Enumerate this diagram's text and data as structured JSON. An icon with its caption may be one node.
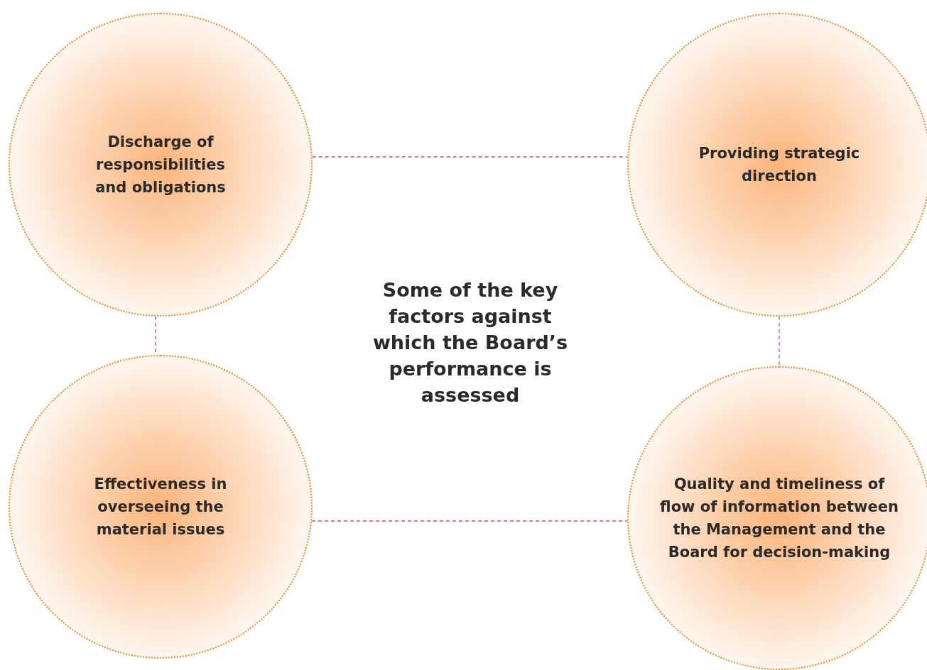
{
  "diagram": {
    "title": "Some of the key factors against which the Board’s performance is assessed",
    "nodes": [
      {
        "text": [
          "Discharge of responsibilities and obligations"
        ]
      },
      {
        "text": [
          "Providing strategic direction"
        ]
      },
      {
        "text": [
          "Effectiveness in overseeing the material issues"
        ]
      },
      {
        "text": [
          "Quality and timeliness of flow of information between the Management and the Board for decision-making"
        ]
      }
    ],
    "edges": [
      {
        "from": 0,
        "to": 1,
        "arrow": "none",
        "style": "dashed"
      },
      {
        "from": 0,
        "to": 2,
        "arrow": "none",
        "style": "dashed"
      },
      {
        "from": 1,
        "to": 3,
        "arrow": "none",
        "style": "dashed"
      },
      {
        "from": 2,
        "to": 3,
        "arrow": "none",
        "style": "dashed"
      }
    ]
  }
}
